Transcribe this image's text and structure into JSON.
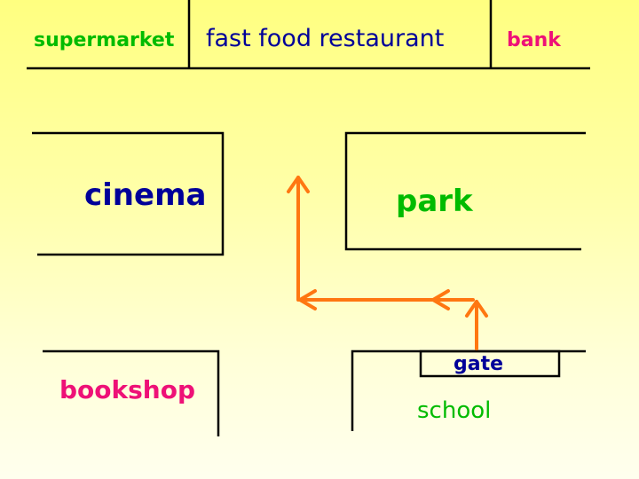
{
  "labels": {
    "supermarket": "supermarket",
    "fast_food_restaurant": "fast food restaurant",
    "bank": "bank",
    "cinema": "cinema",
    "park": "park",
    "gate": "gate",
    "bookshop": "bookshop",
    "school": "school"
  },
  "colors": {
    "green": "#00bb00",
    "navy": "#000099",
    "magenta": "#ee1177",
    "arrow": "#ff7711",
    "line": "#000000"
  }
}
